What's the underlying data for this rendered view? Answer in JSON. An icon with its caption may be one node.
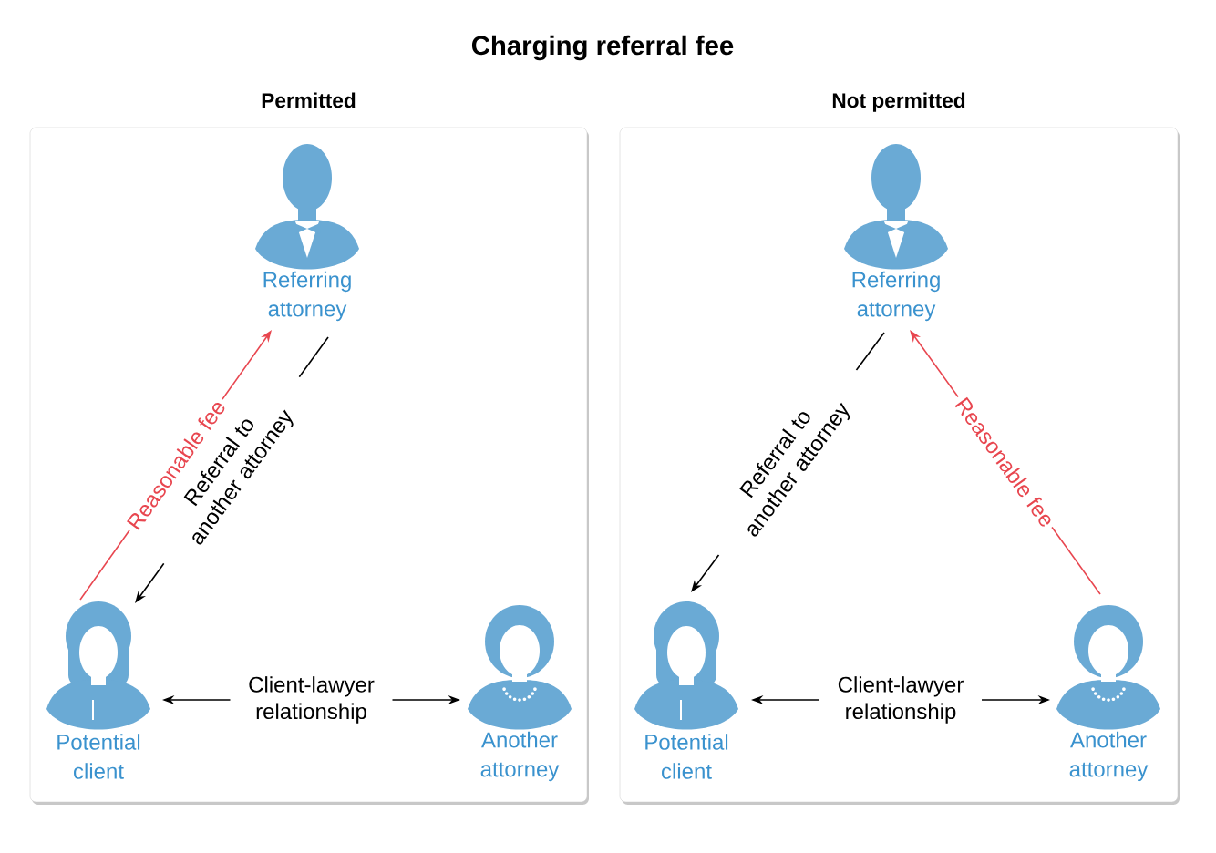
{
  "diagram": {
    "title": "Charging referral fee",
    "nodes": [
      {
        "text": [
          "Permitted"
        ]
      },
      {
        "text": [
          "Referring attorney"
        ],
        "in": 0
      },
      {
        "text": [
          "Potential client"
        ],
        "in": 0
      },
      {
        "text": [
          "Another attorney"
        ],
        "in": 0
      },
      {
        "text": [
          "Not permitted"
        ]
      },
      {
        "text": [
          "Referring attorney"
        ],
        "in": 4
      },
      {
        "text": [
          "Potential client"
        ],
        "in": 4
      },
      {
        "text": [
          "Another attorney"
        ],
        "in": 4
      }
    ],
    "edges": [
      {
        "from": 1,
        "to": 2,
        "arrow": "to",
        "label": "Referral to another attorney"
      },
      {
        "from": 2,
        "to": 1,
        "arrow": "to",
        "label": "Reasonable fee",
        "color": "#e8464f"
      },
      {
        "from": 2,
        "to": 3,
        "arrow": "both",
        "label": "Client-lawyer relationship"
      },
      {
        "from": 5,
        "to": 6,
        "arrow": "to",
        "label": "Referral to another attorney"
      },
      {
        "from": 7,
        "to": 5,
        "arrow": "to",
        "label": "Reasonable fee",
        "color": "#e8464f"
      },
      {
        "from": 6,
        "to": 7,
        "arrow": "both",
        "label": "Client-lawyer relationship"
      }
    ]
  }
}
